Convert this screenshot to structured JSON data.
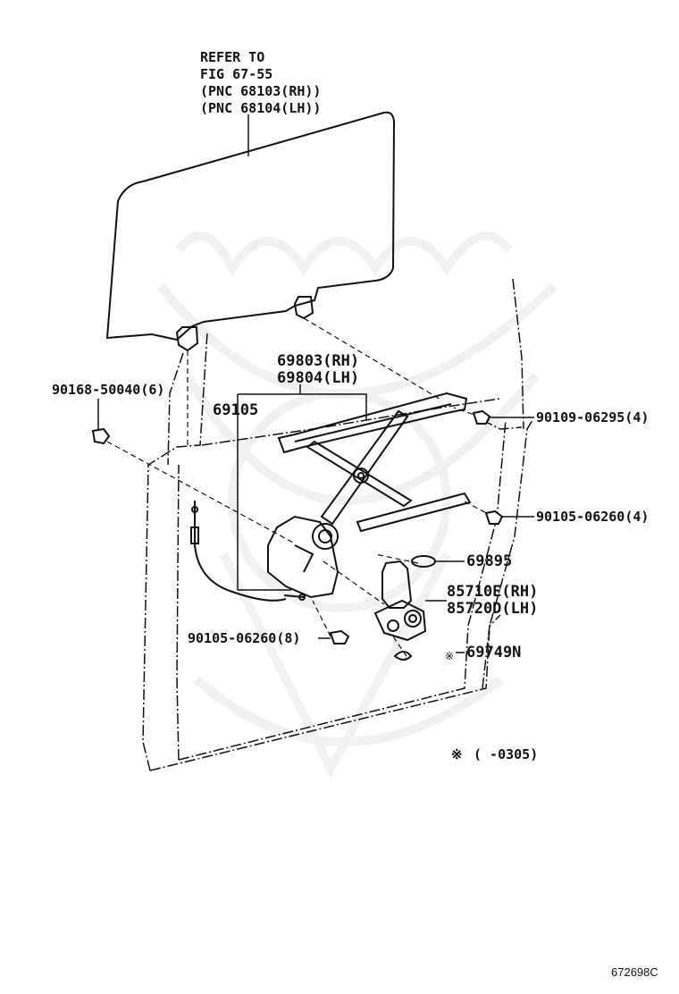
{
  "refer_note": {
    "line1": "REFER TO",
    "line2": "FIG 67-55",
    "line3": "(PNC 68103(RH))",
    "line4": "(PNC 68104(LH))"
  },
  "parts": {
    "regulator_rh": "69803(RH)",
    "regulator_lh": "69804(LH)",
    "cable": "69105",
    "bolt_top_left": "90168-50040(6)",
    "bolt_right_upper": "90109-06295(4)",
    "bolt_right_lower": "90105-06260(4)",
    "clip": "69895",
    "motor_rh": "85710E(RH)",
    "motor_lh": "85720D(LH)",
    "bolt_bottom": "90105-06260(8)",
    "spring": "69749N"
  },
  "footnote": {
    "mark": "※",
    "text": "(     -0305)"
  },
  "page_number": "672698C"
}
